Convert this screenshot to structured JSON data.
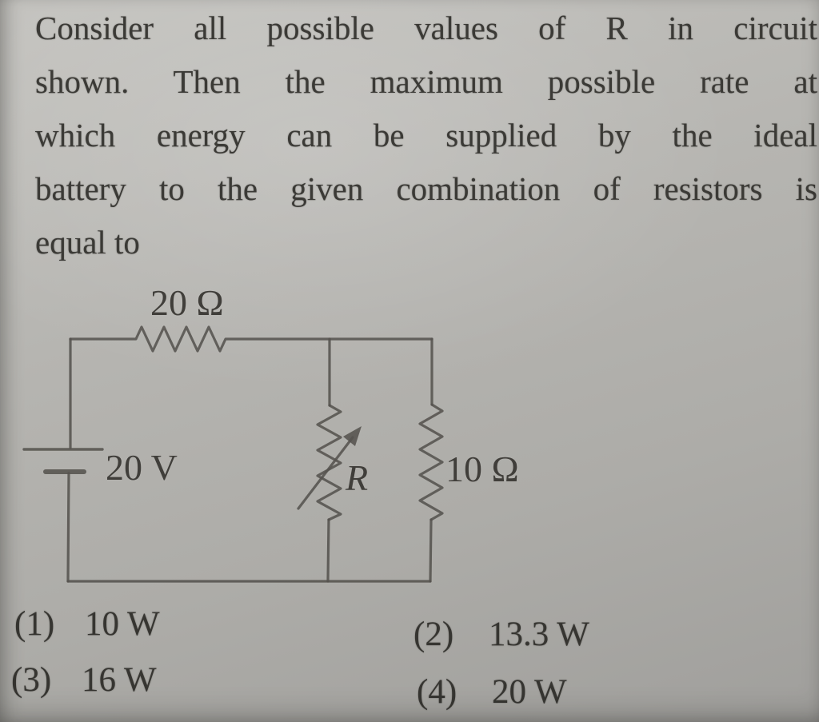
{
  "question": {
    "lines": [
      "Consider all possible values of R in circuit",
      "shown. Then the maximum possible rate at",
      "which energy can be supplied by the ideal",
      "battery to the given combination of resistors is",
      "equal to"
    ]
  },
  "circuit": {
    "labels": {
      "series_resistor": "20 Ω",
      "battery": "20 V",
      "variable_resistor": "R",
      "parallel_resistor": "10 Ω"
    }
  },
  "options": [
    {
      "number": "(1)",
      "value": "10 W"
    },
    {
      "number": "(2)",
      "value": "13.3 W"
    },
    {
      "number": "(3)",
      "value": "16 W"
    },
    {
      "number": "(4)",
      "value": "20 W"
    }
  ],
  "colors": {
    "paper": "#b4b3af",
    "ink": "#3b3a36",
    "circuit_stroke": "#55534e"
  }
}
